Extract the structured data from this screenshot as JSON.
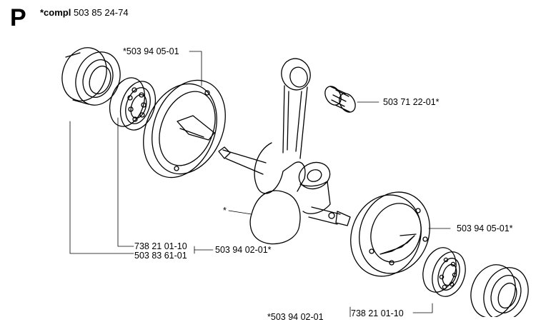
{
  "page": {
    "section_letter": "P",
    "heading_bold": "*compl",
    "heading_number": "503 85 24-74"
  },
  "labels": {
    "top_crankcase_half": "*503 94 05-01",
    "needle_bearing": "503 71 22-01*",
    "crankshaft_mark": "*",
    "right_crankcase_half": "503 94 05-01*",
    "bearing_left": "738 21 01-10",
    "seal_left": "503 83 61-01",
    "kit_left": "503 94 02-01*",
    "bottom_partial": "*503 94 02-01",
    "bearing_right": "738 21 01-10"
  }
}
